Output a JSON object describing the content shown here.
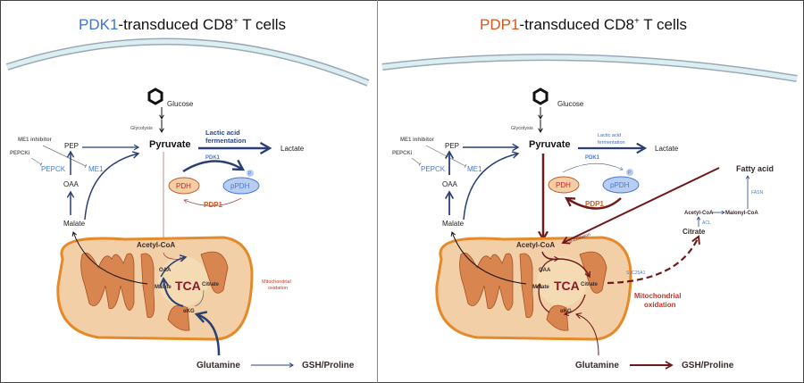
{
  "left_panel": {
    "title_highlight": "PDK1",
    "title_rest": "-transduced CD8",
    "title_sup": "+",
    "title_end": " T cells",
    "highlight_color": "#3b73d9",
    "labels": {
      "glucose": "Glucose",
      "glycolysis": "Glycolysis",
      "pyruvate": "Pyruvate",
      "lactic_acid": "Lactic acid",
      "fermentation": "fermentation",
      "lactate": "Lactate",
      "pdk1": "PDK1",
      "pdh": "PDH",
      "ppdh": "pPDH",
      "p_badge": "P",
      "pdp1": "PDP1",
      "me1_inhibitor": "ME1 inhibitor",
      "pepcki": "PEPCKi",
      "pep": "PEP",
      "pepck": "PEPCK",
      "me1": "ME1",
      "oaa": "OAA",
      "malate": "Malate",
      "acetyl_coa": "Acetyl-CoA",
      "tca_oaa": "OAA",
      "tca_malate": "Malate",
      "tca": "TCA",
      "tca_citrate": "Citrate",
      "tca_akg": "αKG",
      "mito_ox_1": "Mitochondrial",
      "mito_ox_2": "oxidation",
      "glutamine": "Glutamine",
      "gsh": "GSH/Proline"
    }
  },
  "right_panel": {
    "title_highlight": "PDP1",
    "title_rest": "-transduced CD8",
    "title_sup": "+",
    "title_end": " T cells",
    "highlight_color": "#d4581c",
    "labels": {
      "glucose": "Glucose",
      "glycolysis": "Glycolysis",
      "pyruvate": "Pyruvate",
      "lactic_acid": "Lactic acid",
      "fermentation": "fermentation",
      "lactate": "Lactate",
      "pdk1": "PDK1",
      "pdh": "PDH",
      "ppdh": "pPDH",
      "p_badge": "P",
      "pdp1": "PDP1",
      "me1_inhibitor": "ME1 inhibitor",
      "pepcki": "PEPCKi",
      "pep": "PEP",
      "pepck": "PEPCK",
      "me1": "ME1",
      "oaa": "OAA",
      "malate": "Malate",
      "acetyl_coa": "Acetyl-CoA",
      "beta_ox": "β-oxidation",
      "tca_oaa": "OAA",
      "tca_malate": "Malate",
      "tca": "TCA",
      "tca_citrate": "Citrate",
      "tca_akg": "αKG",
      "slc25a1": "SLC25A1",
      "mito_ox_1": "Mitochondrial",
      "mito_ox_2": "oxidation",
      "fatty_acid": "Fatty acid",
      "fasn": "FASN",
      "cyto_acetyl_coa": "Acetyl-CoA",
      "malonyl_coa": "Malonyl-CoA",
      "acl": "ACL",
      "citrate": "Citrate",
      "glutamine": "Glutamine",
      "gsh": "GSH/Proline"
    }
  },
  "colors": {
    "navy": "#2a3f74",
    "maroon": "#6e1a1a",
    "orange": "#d4581c",
    "blue_label": "#4a7bd0",
    "grey_label": "#666666",
    "mito_outer": "#e48a2a",
    "mito_fill": "#f2cfa6",
    "mito_cristae": "#d9854f",
    "membrane": "#dceff0"
  }
}
